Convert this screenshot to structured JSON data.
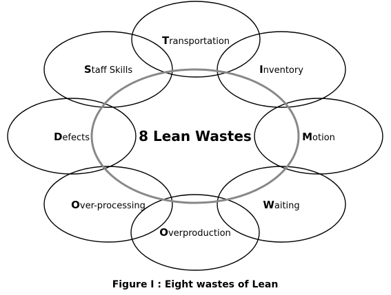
{
  "diagram": {
    "center": {
      "label": "8 Lean Wastes"
    },
    "nodes": [
      {
        "id": "transportation",
        "initial": "T",
        "rest": "ransportation"
      },
      {
        "id": "inventory",
        "initial": "I",
        "rest": "nventory"
      },
      {
        "id": "motion",
        "initial": "M",
        "rest": "otion"
      },
      {
        "id": "waiting",
        "initial": "W",
        "rest": "aiting"
      },
      {
        "id": "overproduction",
        "initial": "O",
        "rest": "verproduction"
      },
      {
        "id": "over-processing",
        "initial": "O",
        "rest": "ver-processing"
      },
      {
        "id": "defects",
        "initial": "D",
        "rest": "efects"
      },
      {
        "id": "staff-skills",
        "initial": "S",
        "rest": "taff Skills"
      }
    ]
  },
  "caption": "Figure I : Eight wastes of Lean"
}
